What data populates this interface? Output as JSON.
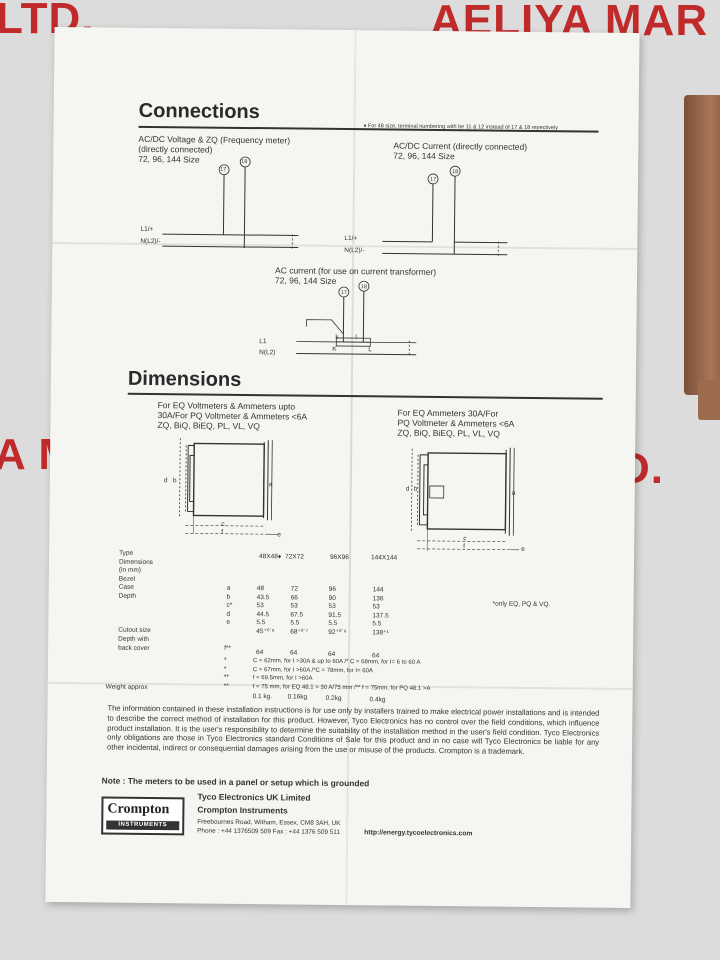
{
  "background": {
    "left_top": "LTD.",
    "right_top": "AELIYA MAR",
    "left_mid": "A M",
    "right_mid": "D.",
    "accent_color": "#c12a2a"
  },
  "connections": {
    "title": "Connections",
    "footnote": "♦ For 48 size, terminal numbering with be 11 & 12 instead of 17 & 18 repectively",
    "left_caption": [
      "AC/DC Voltage & ZQ (Frequency meter)",
      "(directly connected)",
      "72, 96, 144 Size"
    ],
    "right_caption": [
      "AC/DC Current (directly connected)",
      "72, 96, 144 Size"
    ],
    "center_caption": [
      "AC current (for use on current transformer)",
      "72, 96, 144 Size"
    ],
    "terminal_a": "17",
    "terminal_b": "18",
    "line1": "L1/+",
    "line2": "N(L2)/-",
    "ct_line1": "L1",
    "ct_line2": "N(L2)",
    "ct_k": "K",
    "ct_l": "L",
    "ct_k_small": "k",
    "ct_l_small": "l"
  },
  "dimensions": {
    "title": "Dimensions",
    "left_caption": [
      "For EQ Voltmeters & Ammeters upto",
      "30A/For PQ Voltmeter & Ammeters <6A",
      "ZQ, BiQ, BiEQ, PL, VL, VQ"
    ],
    "right_caption": [
      "For EQ Ammeters 30A/For",
      "PQ Voltmeter & Ammeters <6A",
      "ZQ, BiQ, BiEQ, PL, VL, VQ"
    ],
    "diagram_labels": {
      "d": "d",
      "b": "b",
      "a": "a",
      "c": "c",
      "f": "f",
      "e": "e"
    },
    "table": {
      "row_labels": [
        "Type",
        "Dimensions",
        "(in mm)",
        "Bezel",
        "Case",
        "Depth",
        "",
        "",
        "",
        "Cutout size",
        "Depth with",
        "back cover"
      ],
      "headers": [
        "48X48♦",
        "72X72",
        "96X96",
        "144X144"
      ],
      "letters": [
        "a",
        "b",
        "c*",
        "d",
        "e"
      ],
      "rows": [
        [
          "48",
          "72",
          "96",
          "144"
        ],
        [
          "43.5",
          "66",
          "90",
          "136"
        ],
        [
          "53",
          "53",
          "53",
          "53"
        ],
        [
          "44.5",
          "67.5",
          "91.5",
          "137.5"
        ],
        [
          "5.5",
          "5.5",
          "5.5",
          "5.5"
        ],
        [
          "45⁺⁰˙⁸",
          "68⁺⁰˙⁷",
          "92⁺⁰˙⁸",
          "138⁺¹"
        ]
      ],
      "side_note": "*only EQ, PQ & VQ.",
      "f_marker": "f**",
      "f_row": [
        "64",
        "64",
        "64",
        "64"
      ],
      "notes": [
        "C = 62mm, for I >30A & up to 60A /* C = 68mm, for I= 6 to 60 A",
        "C = 67mm, for I >60A /*C = 78mm, for I= 60A",
        "f = 69.5mm, for I >60A",
        "f = 75 mm, for EQ 48.1 > 30 A/75 mm /** f = 75mm, for PQ 48.1 >A"
      ],
      "note_markers": [
        "*",
        "*",
        "**",
        "**"
      ],
      "weight_label": "Weight approx",
      "weights": [
        "0.1 kg.",
        "0.16kg",
        "0.2kg",
        "0.4kg"
      ]
    }
  },
  "disclaimer": "The information contained in these installation instructions is for use only by installers trained to make electrical power installations and is intended to describe the correct method of installation for this product. However, Tyco Electronics has no control over the field conditions, which influence product installation. It is the user's responsibility to determine the suitability of the installation method in the user's field condition. Tyco Electronics only obligations are those in Tyco Electronics standard Conditions of Sale for this product and in no case will Tyco Electronics be liable for any other incidental, indirect or consequential damages arising from the use or misuse of the products. Crompton is a trademark.",
  "note": "Note : The meters to be used in a panel or setup which is grounded",
  "logo": {
    "top": "Crompton",
    "bottom": "INSTRUMENTS"
  },
  "company": {
    "line1": "Tyco Electronics UK Limited",
    "line2": "Crompton Instruments",
    "address": "Freebournes Road, Witham, Essex, CM8 3AH, UK",
    "phone": "Phone : +44 1376509 509 Fax : +44 1376 509 511",
    "web": "http://energy.tycoelectronics.com"
  }
}
